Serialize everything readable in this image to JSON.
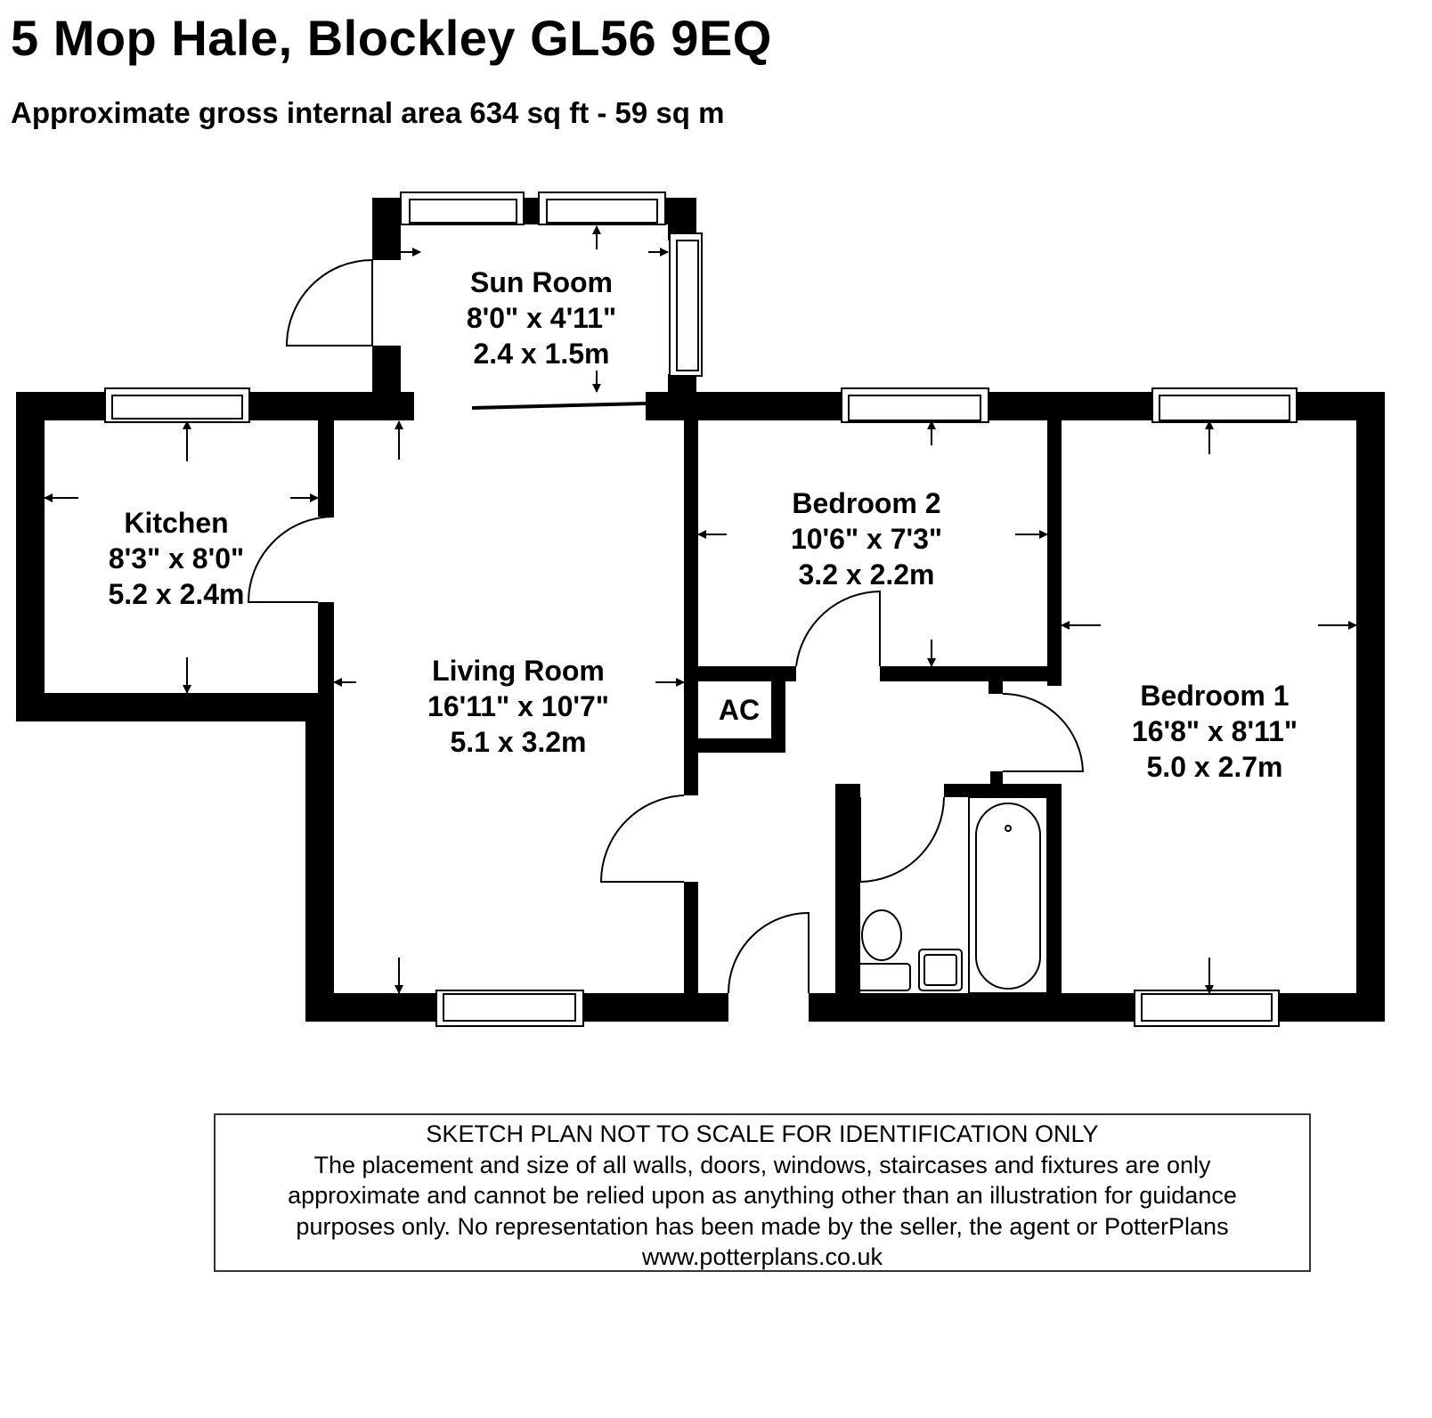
{
  "header": {
    "title": "5 Mop Hale, Blockley GL56 9EQ",
    "subtitle": "Approximate gross internal area 634 sq ft - 59 sq m"
  },
  "rooms": {
    "sun_room": {
      "name": "Sun Room",
      "imperial": "8'0\" x 4'11\"",
      "metric": "2.4 x 1.5m"
    },
    "kitchen": {
      "name": "Kitchen",
      "imperial": "8'3\" x 8'0\"",
      "metric": "5.2 x 2.4m"
    },
    "living_room": {
      "name": "Living Room",
      "imperial": "16'11\" x 10'7\"",
      "metric": "5.1 x 3.2m"
    },
    "bedroom_2": {
      "name": "Bedroom 2",
      "imperial": "10'6\" x 7'3\"",
      "metric": "3.2 x 2.2m"
    },
    "bedroom_1": {
      "name": "Bedroom 1",
      "imperial": "16'8\" x 8'11\"",
      "metric": "5.0 x 2.7m"
    },
    "airing_cupboard": {
      "name": "AC"
    }
  },
  "disclaimer": {
    "heading": "SKETCH PLAN NOT TO SCALE FOR IDENTIFICATION ONLY",
    "line1": "The placement and size of all walls, doors, windows, staircases and fixtures are only",
    "line2": "approximate and cannot be relied upon as anything other than an illustration for guidance",
    "line3": "purposes only. No representation has been made by the seller, the agent or PotterPlans",
    "website": "www.potterplans.co.uk"
  }
}
